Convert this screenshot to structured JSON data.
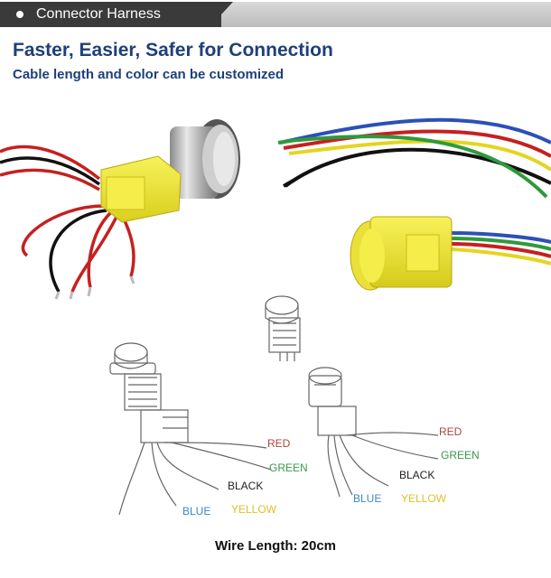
{
  "header": {
    "title": "Connector Harness"
  },
  "headline": "Faster, Easier, Safer for Connection",
  "subhead": "Cable length and color can be customized",
  "diagram_left": {
    "labels": {
      "red": "RED",
      "green": "GREEN",
      "black": "BLACK",
      "blue": "BLUE",
      "yellow": "YELLOW"
    }
  },
  "diagram_right": {
    "labels": {
      "red": "RED",
      "green": "GREEN",
      "black": "BLACK",
      "blue": "BLUE",
      "yellow": "YELLOW"
    }
  },
  "footer": {
    "wire_length": "Wire Length: 20cm"
  },
  "colors": {
    "header_dark": "#3a3a3a",
    "headline": "#1f3f7a",
    "connector_yellow": "#f2ea3a",
    "label_red": "#a8473f",
    "label_green": "#3a9a4a",
    "label_black": "#222222",
    "label_blue": "#3a8ac8",
    "label_yellow": "#e0c02a"
  }
}
